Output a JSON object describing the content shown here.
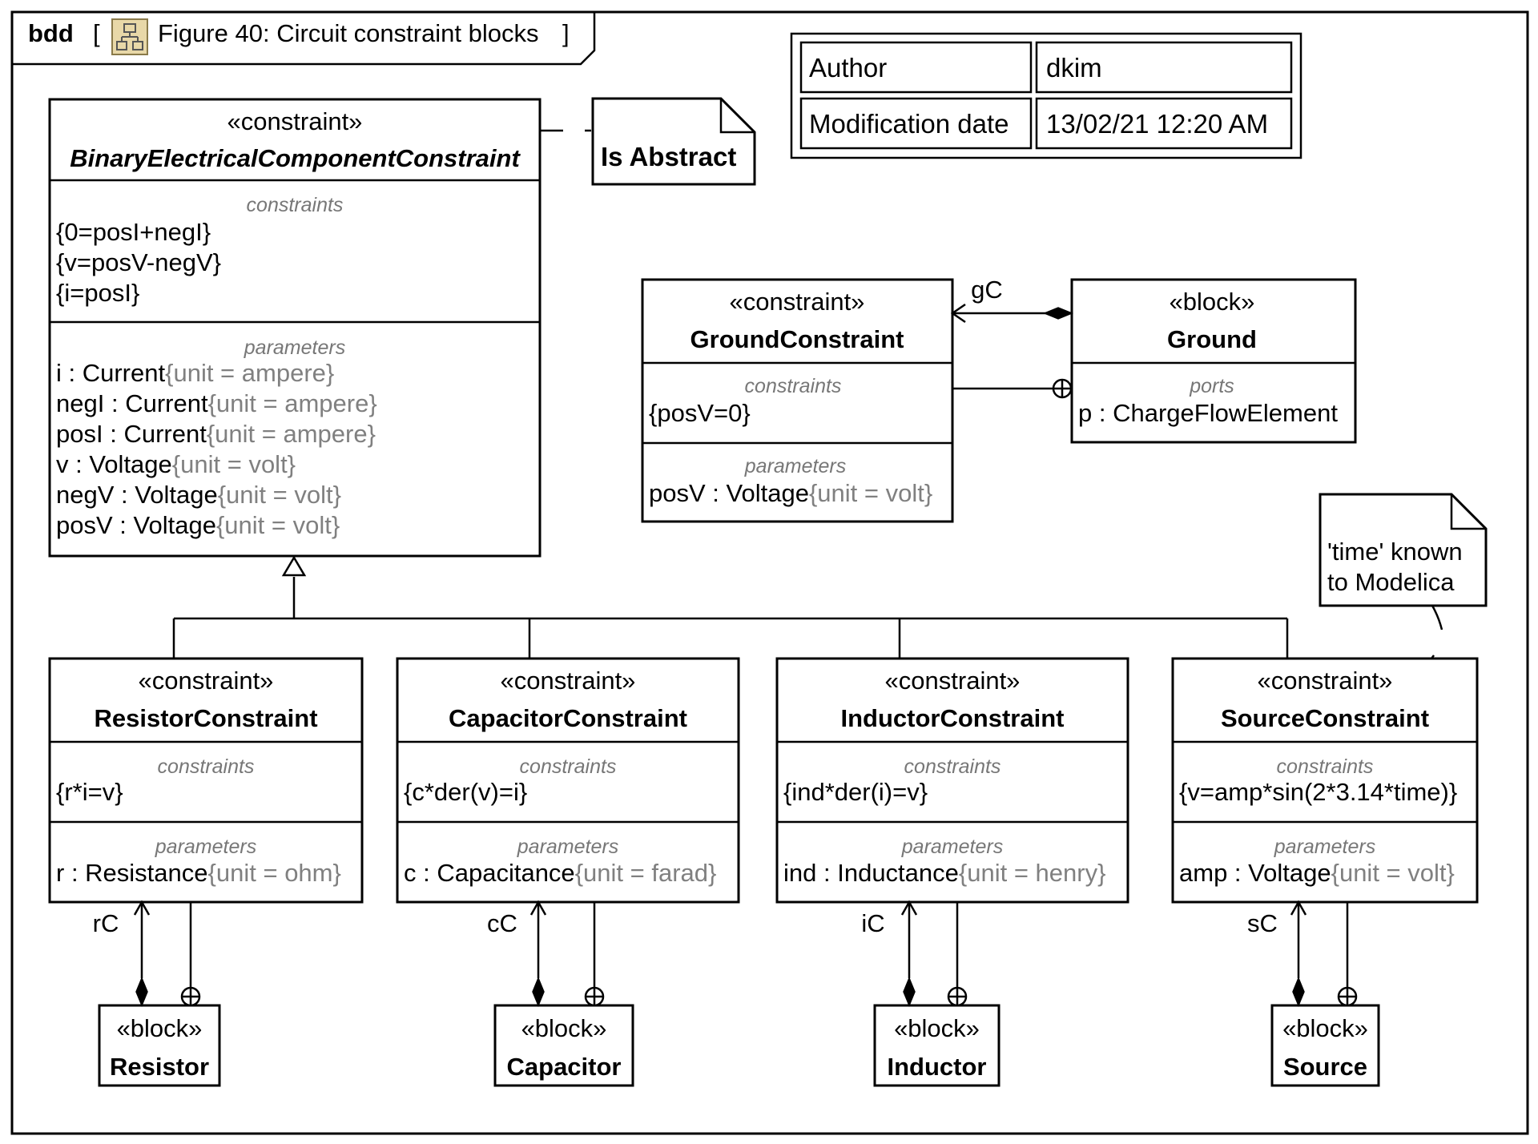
{
  "frame": {
    "kind": "bdd",
    "title": "Figure 40: Circuit constraint blocks",
    "icon": "block-diagram-icon"
  },
  "info_table": {
    "author_label": "Author",
    "author_value": "dkim",
    "date_label": "Modification date",
    "date_value": "13/02/21 12:20 AM"
  },
  "notes": {
    "abstract": "Is Abstract",
    "time_line1": "'time' known",
    "time_line2": "to Modelica"
  },
  "binary": {
    "stereotype": "«constraint»",
    "name": "BinaryElectricalComponentConstraint",
    "constraints_heading": "constraints",
    "constraints": [
      "{0=posI+negI}",
      "{v=posV-negV}",
      "{i=posI}"
    ],
    "parameters_heading": "parameters",
    "parameters": [
      {
        "name": "i",
        "type": "Current",
        "unit": "{unit = ampere}"
      },
      {
        "name": "negI",
        "type": "Current",
        "unit": "{unit = ampere}"
      },
      {
        "name": "posI",
        "type": "Current",
        "unit": "{unit = ampere}"
      },
      {
        "name": "v",
        "type": "Voltage",
        "unit": "{unit = volt}"
      },
      {
        "name": "negV",
        "type": "Voltage",
        "unit": "{unit = volt}"
      },
      {
        "name": "posV",
        "type": "Voltage",
        "unit": "{unit = volt}"
      }
    ]
  },
  "ground_constraint": {
    "stereotype": "«constraint»",
    "name": "GroundConstraint",
    "constraints_heading": "constraints",
    "constraint": "{posV=0}",
    "parameters_heading": "parameters",
    "param_name": "posV",
    "param_type": "Voltage",
    "param_unit": "{unit = volt}"
  },
  "ground_block": {
    "stereotype": "«block»",
    "name": "Ground",
    "ports_heading": "ports",
    "port_name": "p",
    "port_type": "ChargeFlowElement",
    "role": "gC"
  },
  "constraints": [
    {
      "stereotype": "«constraint»",
      "name": "ResistorConstraint",
      "constraints_heading": "constraints",
      "constraint": "{r*i=v}",
      "parameters_heading": "parameters",
      "param_name": "r",
      "param_type": "Resistance",
      "param_unit": "{unit = ohm}"
    },
    {
      "stereotype": "«constraint»",
      "name": "CapacitorConstraint",
      "constraints_heading": "constraints",
      "constraint": "{c*der(v)=i}",
      "parameters_heading": "parameters",
      "param_name": "c",
      "param_type": "Capacitance",
      "param_unit": "{unit = farad}"
    },
    {
      "stereotype": "«constraint»",
      "name": "InductorConstraint",
      "constraints_heading": "constraints",
      "constraint": "{ind*der(i)=v}",
      "parameters_heading": "parameters",
      "param_name": "ind",
      "param_type": "Inductance",
      "param_unit": "{unit = henry}"
    },
    {
      "stereotype": "«constraint»",
      "name": "SourceConstraint",
      "constraints_heading": "constraints",
      "constraint": "{v=amp*sin(2*3.14*time)}",
      "parameters_heading": "parameters",
      "param_name": "amp",
      "param_type": "Voltage",
      "param_unit": "{unit = volt}"
    }
  ],
  "blocks": [
    {
      "stereotype": "«block»",
      "name": "Resistor",
      "role": "rC"
    },
    {
      "stereotype": "«block»",
      "name": "Capacitor",
      "role": "cC"
    },
    {
      "stereotype": "«block»",
      "name": "Inductor",
      "role": "iC"
    },
    {
      "stereotype": "«block»",
      "name": "Source",
      "role": "sC"
    }
  ]
}
